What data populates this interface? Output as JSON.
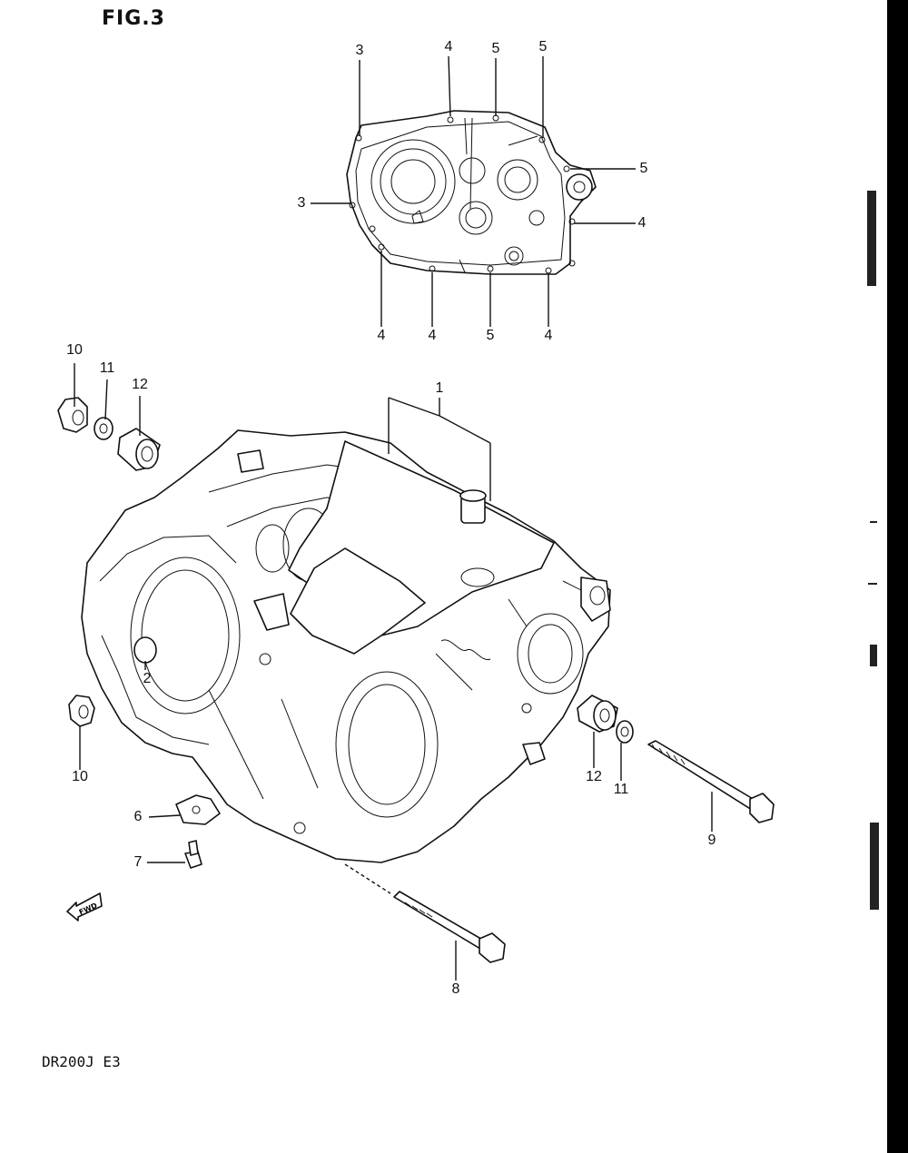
{
  "figure": {
    "title": "FIG.3",
    "model": "DR200J E3"
  },
  "callouts": {
    "c1": "1",
    "c2": "2",
    "c3a": "3",
    "c3b": "3",
    "c4a": "4",
    "c4b": "4",
    "c4c": "4",
    "c4d": "4",
    "c4e": "4",
    "c5a": "5",
    "c5b": "5",
    "c5c": "5",
    "c5d": "5",
    "c6": "6",
    "c7": "7",
    "c8": "8",
    "c9": "9",
    "c10a": "10",
    "c10b": "10",
    "c11a": "11",
    "c11b": "11",
    "c12a": "12",
    "c12b": "12"
  },
  "icons": {
    "fwd_arrow": "fwd-arrow-icon",
    "fwd_label": "FWD"
  }
}
